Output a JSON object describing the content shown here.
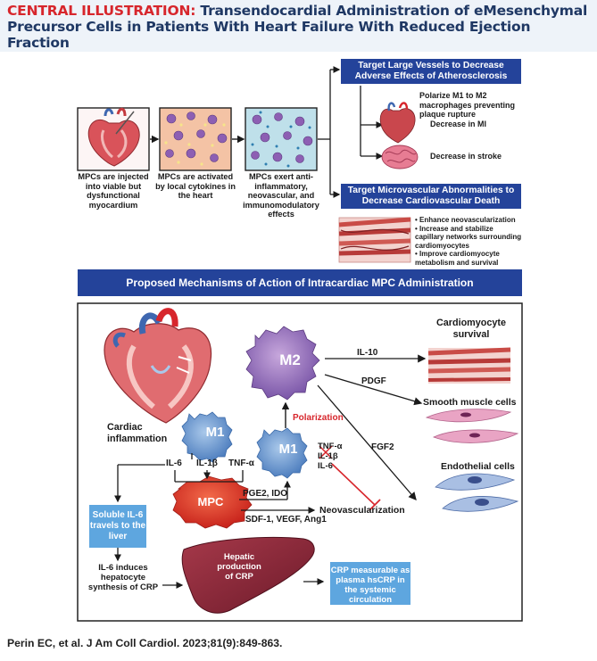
{
  "header": {
    "prefix": "CENTRAL ILLUSTRATION:",
    "title": "Transendocardial Administration of eMesenchymal Precursor Cells in Patients With Heart Failure With Reduced Ejection Fraction"
  },
  "top": {
    "panel1_caption": "MPCs are injected into viable but dysfunctional myocardium",
    "panel2_caption": "MPCs are activated by local cytokines in the heart",
    "panel3_caption": "MPCs exert anti-inflammatory, neovascular, and immunomodulatory effects",
    "large_vessels_title": "Target Large Vessels to Decrease Adverse Effects of Atherosclerosis",
    "polarize_text": "Polarize M1 to M2 macrophages preventing plaque rupture",
    "decrease_mi": "Decrease in MI",
    "decrease_stroke": "Decrease in stroke",
    "microvascular_title": "Target Microvascular Abnormalities to Decrease Cardiovascular Death",
    "bullets": [
      "Enhance neovascularization",
      "Increase and stabilize capillary networks surrounding cardiomyocytes",
      "Improve cardiomyocyte metabolism and survival"
    ]
  },
  "mechanism": {
    "bar_title": "Proposed Mechanisms of Action of Intracardiac MPC Administration",
    "cardiac_inflammation": "Cardiac inflammation",
    "m1": "M1",
    "m2": "M2",
    "mpc": "MPC",
    "il6": "IL-6",
    "il1b": "IL-1β",
    "tnfa": "TNF-α",
    "polarization": "Polarization",
    "il10": "IL-10",
    "pdgf": "PDGF",
    "fgf2": "FGF2",
    "pge2_ido": "PGE2, IDO",
    "sdf_vegf": "SDF-1, VEGF, Ang1",
    "neovascularization": "Neovascularization",
    "cardiomyocyte_survival": "Cardiomyocyte survival",
    "smooth_muscle": "Smooth muscle cells",
    "endothelial": "Endothelial cells",
    "soluble_il6": "Soluble IL-6 travels to the liver",
    "il6_induces": "IL-6 induces hepatocyte synthesis of CRP",
    "hepatic": "Hepatic production of CRP",
    "crp_measurable": "CRP measurable as plasma hsCRP in the systemic circulation"
  },
  "citation": "Perin EC, et al. J Am Coll Cardiol. 2023;81(9):849-863."
}
